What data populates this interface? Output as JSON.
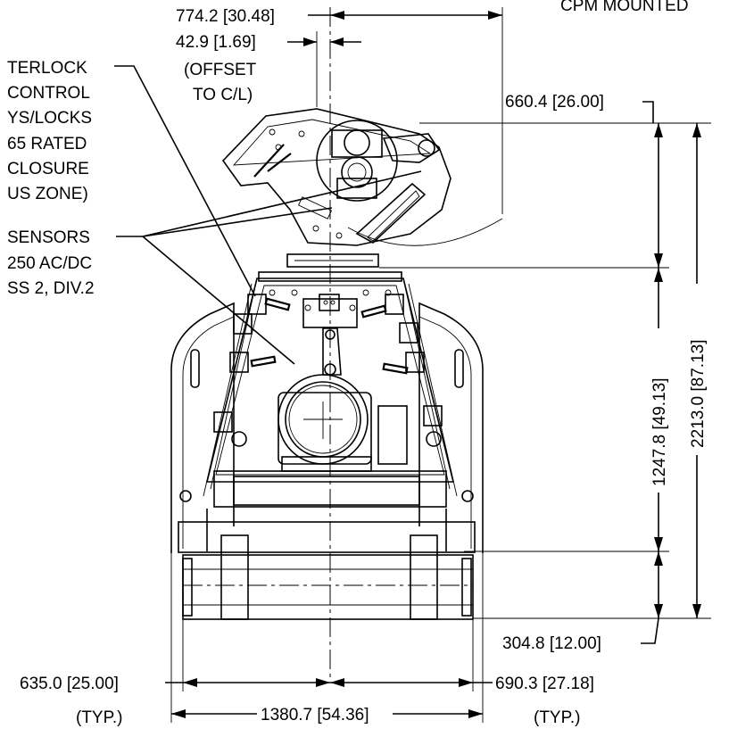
{
  "header": {
    "top_right_note": "CPM MOUNTED"
  },
  "dimensions": {
    "overall_offset": "774.2 [30.48]",
    "offset_small": "42.9 [1.69]",
    "offset_note_line1": "(OFFSET",
    "offset_note_line2": "TO C/L)",
    "upper_radius": "660.4 [26.00]",
    "mid_height": "1247.8 [49.13]",
    "overall_height": "2213.0 [87.13]",
    "base_height": "304.8 [12.00]",
    "left_half": "635.0 [25.00]",
    "right_half": "690.3 [27.18]",
    "left_typ": "(TYP.)",
    "right_typ": "(TYP.)",
    "overall_width": "1380.7 [54.36]"
  },
  "callouts": {
    "interlock": [
      "TERLOCK",
      "CONTROL",
      "YS/LOCKS",
      "65 RATED",
      "CLOSURE",
      "US ZONE)"
    ],
    "sensors": [
      "SENSORS",
      "250 AC/DC",
      "SS 2, DIV.2"
    ]
  }
}
